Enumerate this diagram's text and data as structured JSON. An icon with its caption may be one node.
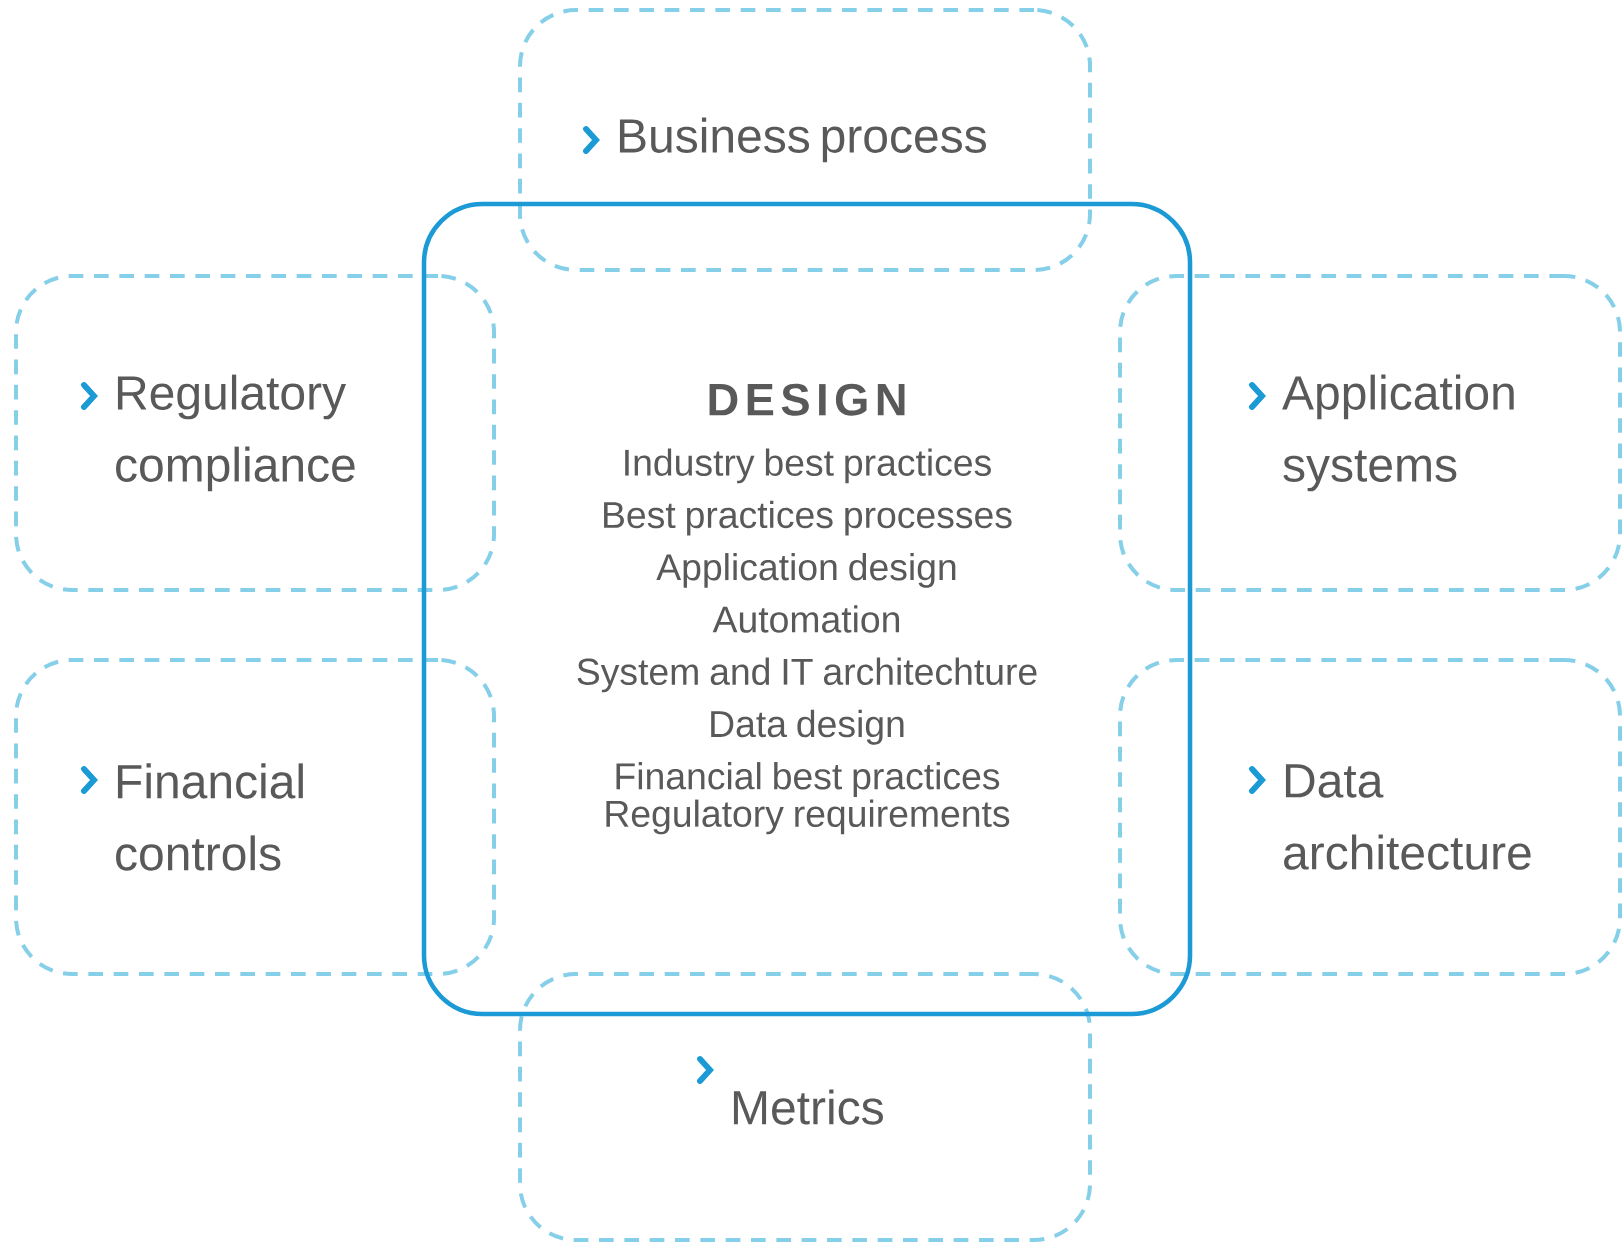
{
  "diagram": {
    "nodes": [
      {
        "text": [
          "Business process"
        ]
      },
      {
        "text": [
          "Regulatory compliance"
        ]
      },
      {
        "text": [
          "DESIGN",
          "Industry best practices",
          "Best practices processes",
          "Application design",
          "Automation",
          "System and IT architechture",
          "Data design",
          "Financial best practices",
          "Regulatory requirements"
        ]
      },
      {
        "text": [
          "Application systems"
        ]
      },
      {
        "text": [
          "Financial controls"
        ]
      },
      {
        "text": [
          "Data architecture"
        ]
      },
      {
        "text": [
          "Metrics"
        ]
      }
    ]
  }
}
